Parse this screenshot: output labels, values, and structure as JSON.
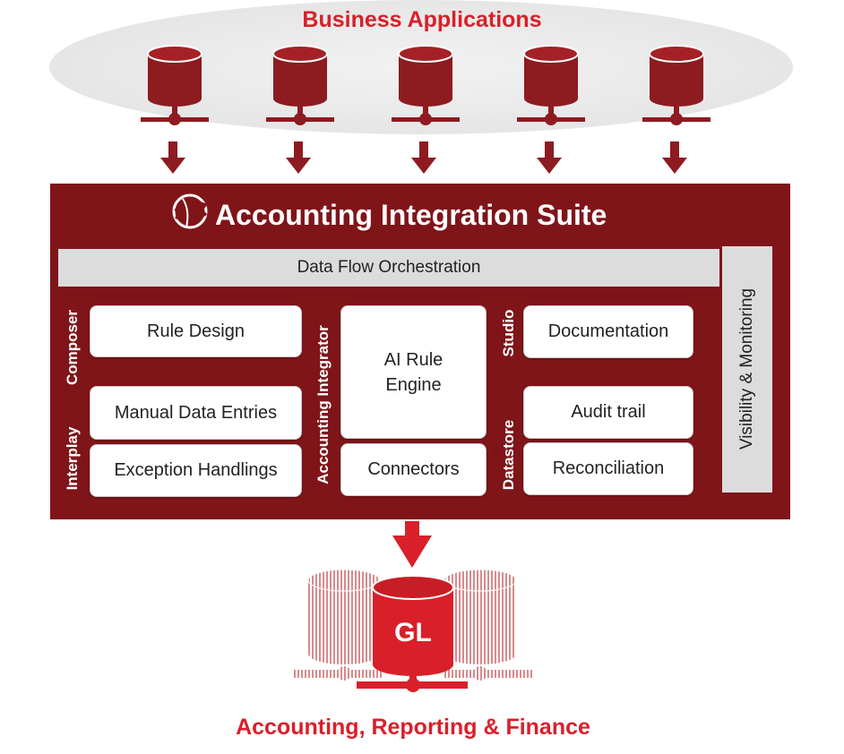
{
  "top_title": "Business Applications",
  "suite_title": "Accounting Integration Suite",
  "data_flow": "Data Flow Orchestration",
  "visibility": "Visibility & Monitoring",
  "groups": {
    "composer": "Composer",
    "interplay": "Interplay",
    "accounting_integrator": "Accounting Integrator",
    "studio": "Studio",
    "datastore": "Datastore"
  },
  "boxes": {
    "rule_design": "Rule Design",
    "manual_data_entries": "Manual Data Entries",
    "exception_handlings": "Exception Handlings",
    "ai_rule_engine": "AI Rule Engine",
    "connectors": "Connectors",
    "documentation": "Documentation",
    "audit_trail": "Audit trail",
    "reconciliation": "Reconciliation"
  },
  "gl_label": "GL",
  "bottom_title": "Accounting, Reporting & Finance",
  "colors": {
    "dark_red": "#7f1519",
    "bright_red": "#d9202a",
    "panel_gray": "#dcdcdc"
  }
}
